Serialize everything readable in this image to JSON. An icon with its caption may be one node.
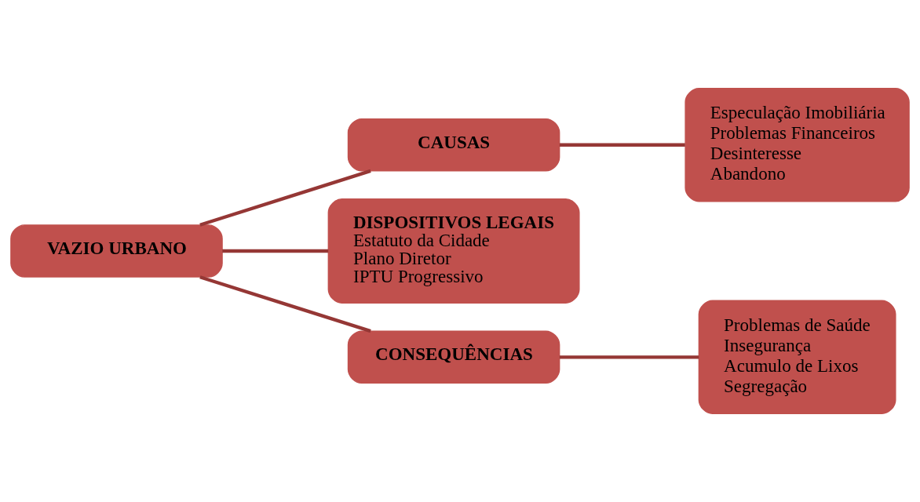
{
  "diagram": {
    "nodes": [
      {
        "text": [
          "VAZIO URBANO"
        ]
      },
      {
        "text": [
          "CAUSAS"
        ]
      },
      {
        "text": [
          "Especulação Imobiliária",
          "Problemas Financeiros",
          "Desinteresse",
          "Abandono"
        ]
      },
      {
        "text": [
          "DISPOSITIVOS LEGAIS",
          "Estatuto da Cidade",
          "Plano Diretor",
          "IPTU Progressivo"
        ]
      },
      {
        "text": [
          "CONSEQUÊNCIAS"
        ]
      },
      {
        "text": [
          "Problemas de Saúde",
          "Insegurança",
          "Acumulo de Lixos",
          "Segregação"
        ]
      }
    ],
    "edges": [
      {
        "from": 0,
        "to": 1,
        "arrow": "none"
      },
      {
        "from": 0,
        "to": 3,
        "arrow": "none"
      },
      {
        "from": 0,
        "to": 4,
        "arrow": "none"
      },
      {
        "from": 1,
        "to": 2,
        "arrow": "none"
      },
      {
        "from": 4,
        "to": 5,
        "arrow": "none"
      }
    ]
  }
}
